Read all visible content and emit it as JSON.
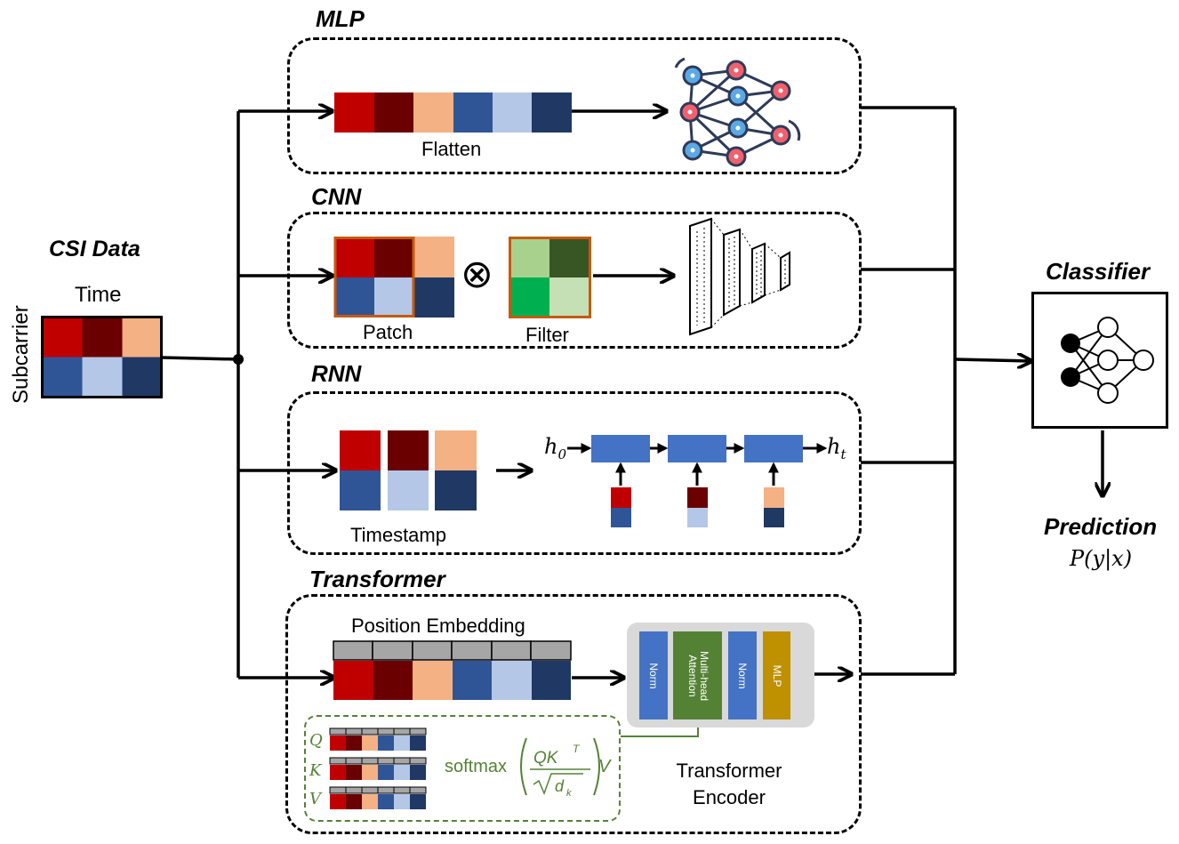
{
  "colors": {
    "red": "#c00000",
    "dark_red": "#6b0000",
    "peach": "#f4b183",
    "blue": "#2f5597",
    "light_blue": "#b4c7e7",
    "navy": "#203864",
    "rnn_block": "#4472c4",
    "norm": "#4472c4",
    "attention": "#548235",
    "mlp_block": "#bf9000",
    "filter_light_green": "#a9d18e",
    "filter_dark_green": "#375623",
    "filter_green": "#00b050",
    "filter_pale_green": "#c5e0b4",
    "formula_green": "#548235",
    "encoder_bg": "#d9d9d9",
    "pos_gray": "#a6a6a6"
  },
  "csi": {
    "title": "CSI Data",
    "time_label": "Time",
    "subcarrier_label": "Subcarrier"
  },
  "mlp": {
    "title": "MLP",
    "flatten_label": "Flatten",
    "icon": "neural-network-icon"
  },
  "cnn": {
    "title": "CNN",
    "patch_label": "Patch",
    "filter_label": "Filter",
    "conv_symbol": "⊗",
    "icon": "feature-map-layers-icon"
  },
  "rnn": {
    "title": "RNN",
    "timestamp_label": "Timestamp",
    "h0": "h",
    "h0_sub": "0",
    "ht": "h",
    "ht_sub": "t"
  },
  "transformer": {
    "title": "Transformer",
    "position_embedding_label": "Position Embedding",
    "encoder_label_line1": "Transformer",
    "encoder_label_line2": "Encoder",
    "blocks": [
      "Norm",
      "Multi-head Attention",
      "Norm",
      "MLP"
    ],
    "q": "Q",
    "k": "K",
    "v": "V",
    "softmax": "softmax",
    "formula_QK": "QK",
    "formula_T": "T",
    "formula_d": "d",
    "formula_k": "k",
    "formula_V": "V"
  },
  "classifier": {
    "title": "Classifier",
    "icon": "classifier-network-icon"
  },
  "prediction": {
    "title": "Prediction",
    "formula": "P(y|x)"
  }
}
